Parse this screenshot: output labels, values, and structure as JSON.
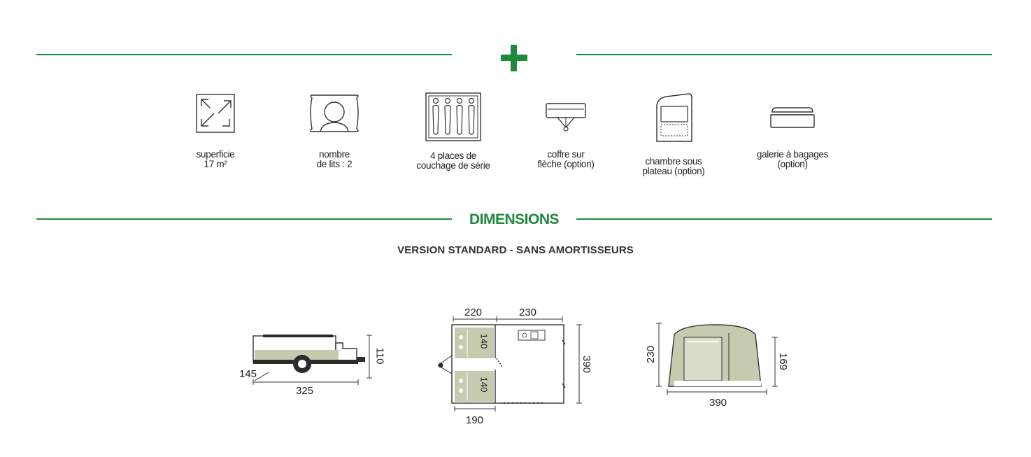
{
  "features": [
    {
      "icon": "surface-arrows-icon",
      "line1": "superficie",
      "line2": "17 m²"
    },
    {
      "icon": "bed-pillow-icon",
      "line1": "nombre",
      "line2": "de lits : 2"
    },
    {
      "icon": "sleeping-places-icon",
      "line1": "4 places de",
      "line2": "couchage de série"
    },
    {
      "icon": "drawbar-box-icon",
      "line1": "coffre sur",
      "line2": "flèche (option)"
    },
    {
      "icon": "under-floor-room-icon",
      "line1": "chambre sous",
      "line2": "plateau (option)"
    },
    {
      "icon": "roof-luggage-icon",
      "line1": "galerie à bagages",
      "line2": "(option)"
    }
  ],
  "dimensions": {
    "title": "DIMENSIONS",
    "subtitle": "VERSION STANDARD - SANS AMORTISSEURS",
    "side": {
      "length": "325",
      "depth": "145",
      "height": "110"
    },
    "plan": {
      "top_left": "220",
      "top_right": "230",
      "bottom": "190",
      "side": "390",
      "bed1": "140",
      "bed2": "140"
    },
    "front": {
      "height": "230",
      "inner_height": "169",
      "width": "390"
    }
  },
  "colors": {
    "accent": "#1e8a3c",
    "khaki": "#c8cab0",
    "dark": "#2b2b2b"
  }
}
